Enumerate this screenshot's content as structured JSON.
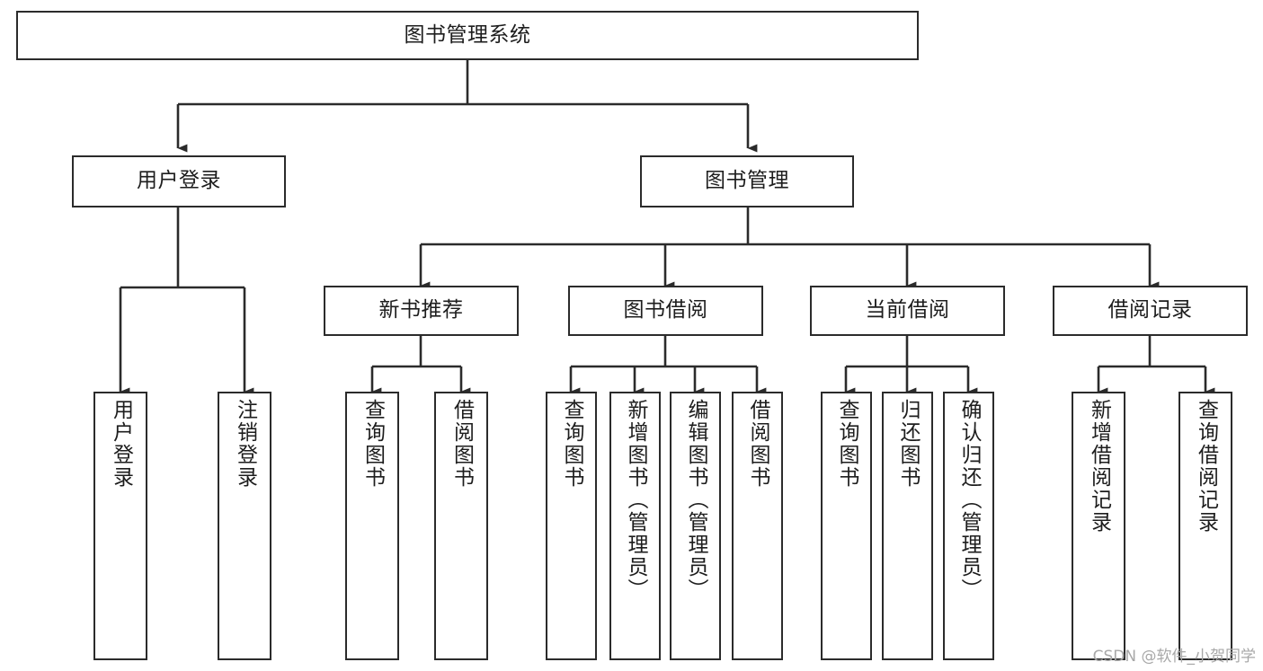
{
  "diagram": {
    "title": "图书管理系统",
    "type": "tree-diagram",
    "watermark": "CSDN @软件_小贺同学",
    "colors": {
      "stroke": "#2b2b2b",
      "fill": "#ffffff",
      "text": "#1d1d1d",
      "watermark": "#a8a8a8",
      "background": "#ffffff"
    },
    "nodes": {
      "root": {
        "label": "图书管理系统"
      },
      "level2": [
        {
          "id": "user-login",
          "label": "用户登录"
        },
        {
          "id": "book-management",
          "label": "图书管理"
        }
      ],
      "level3": [
        {
          "id": "new-book-recommend",
          "label": "新书推荐"
        },
        {
          "id": "book-borrow",
          "label": "图书借阅"
        },
        {
          "id": "current-borrow",
          "label": "当前借阅"
        },
        {
          "id": "borrow-record",
          "label": "借阅记录"
        }
      ],
      "leaves": {
        "user_login": [
          {
            "id": "leaf-user-login",
            "label": "用户登录"
          },
          {
            "id": "leaf-logout-login",
            "label": "注销登录"
          }
        ],
        "new_book_recommend": [
          {
            "id": "leaf-query-book-1",
            "label": "查询图书"
          },
          {
            "id": "leaf-borrow-book-1",
            "label": "借阅图书"
          }
        ],
        "book_borrow": [
          {
            "id": "leaf-query-book-2",
            "label": "查询图书"
          },
          {
            "id": "leaf-add-book",
            "label": "新增图书（管理员）"
          },
          {
            "id": "leaf-edit-book",
            "label": "编辑图书（管理员）"
          },
          {
            "id": "leaf-borrow-book-2",
            "label": "借阅图书"
          }
        ],
        "current_borrow": [
          {
            "id": "leaf-query-book-3",
            "label": "查询图书"
          },
          {
            "id": "leaf-return-book",
            "label": "归还图书"
          },
          {
            "id": "leaf-confirm-return",
            "label": "确认归还（管理员）"
          }
        ],
        "borrow_record": [
          {
            "id": "leaf-add-record",
            "label": "新增借阅记录"
          },
          {
            "id": "leaf-query-record",
            "label": "查询借阅记录"
          }
        ]
      }
    }
  }
}
